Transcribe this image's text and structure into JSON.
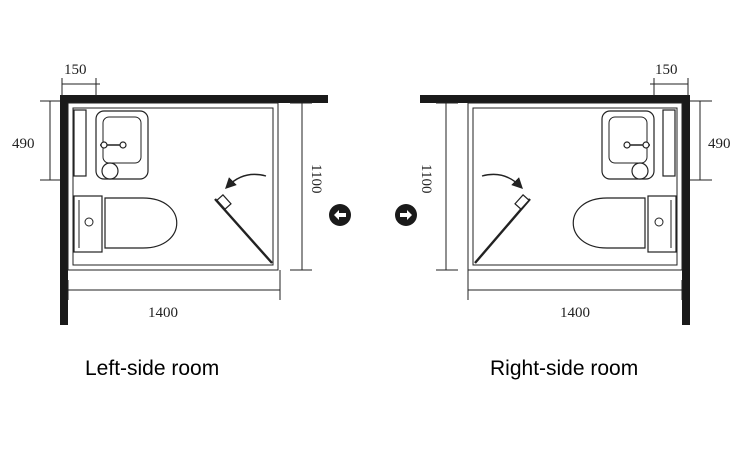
{
  "left_room": {
    "caption": "Left-side room",
    "dim_top": "150",
    "dim_side": "490",
    "dim_height": "1100",
    "dim_width": "1400"
  },
  "right_room": {
    "caption": "Right-side room",
    "dim_top": "150",
    "dim_side": "490",
    "dim_height": "1100",
    "dim_width": "1400"
  },
  "colors": {
    "line": "#222222",
    "wall": "#1a1a1a"
  },
  "icons": {
    "left_arrow": "arrow-left-circle-icon",
    "right_arrow": "arrow-right-circle-icon"
  }
}
